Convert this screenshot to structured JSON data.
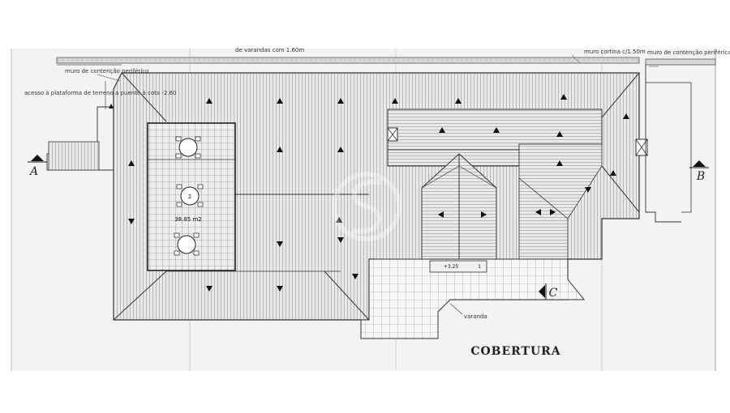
{
  "drawing": {
    "title": "COBERTURA",
    "labels": {
      "wall_top_left": "muro de contenção periférico",
      "access": "acesso à plataforma de terreno a puente à cota -2.60",
      "varanda_top": "de varandas com 1.60m",
      "curtain_wall": "muro cortina c/1.50m",
      "wall_top_right": "muro de contenção periférica",
      "terrace_area": "38.85 m2",
      "terrace_number": "2",
      "level": "+3.25",
      "level_index": "1",
      "varanda": "varanda"
    },
    "sections": {
      "a": "A",
      "b": "B",
      "c": "C"
    }
  }
}
